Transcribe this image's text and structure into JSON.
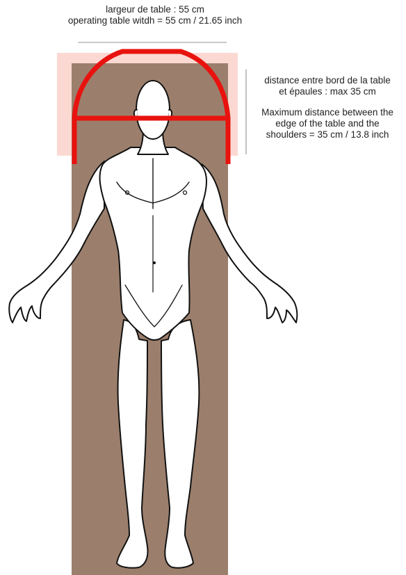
{
  "top_caption": {
    "line1": "largeur de table : 55 cm",
    "line2": "operating table witdh = 55 cm / 21.65 inch"
  },
  "side_caption": {
    "fr_line1": "distance entre bord de la table",
    "fr_line2": "et épaules : max 35 cm",
    "en_line1": "Maximum distance between the",
    "en_line2": "edge of the table and the",
    "en_line3": "shoulders = 35 cm / 13.8 inch"
  },
  "colors": {
    "table": "#9b7f6c",
    "head_zone": "#fbd9d2",
    "marker": "#e8130f",
    "outline": "#111111",
    "body_fill": "#ffffff"
  }
}
